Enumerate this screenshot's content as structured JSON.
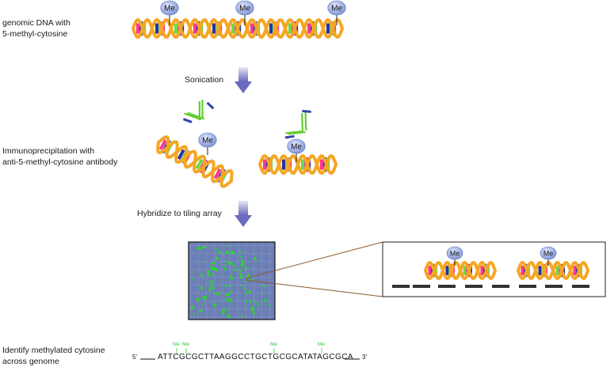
{
  "steps": {
    "s1_label_line1": "genomic DNA with",
    "s1_label_line2": "5-methyl-cytosine",
    "sonication": "Sonication",
    "s3_label_line1": "Immunoprecipitation with",
    "s3_label_line2": "anti-5-methyl-cytosine antibody",
    "hybridize": "Hybridize to tiling array",
    "s5_label_line1": "Identify methylated cytosine",
    "s5_label_line2": "across genome"
  },
  "methyl_tag": "Me",
  "sequence": {
    "five_prime": "5'",
    "three_prime": "3'",
    "bases": "ATTCGCGCTTAAGGCCTGCTGCGCATATAGCGCA",
    "me_marks": [
      "Me",
      "Me",
      "Me",
      "Me"
    ]
  },
  "colors": {
    "backbone": "#f5a623",
    "base_pink": "#ff3399",
    "base_blue": "#2233aa",
    "base_green": "#66dd44",
    "methyl_blue": "#8fa6e8",
    "arrow": "#8080c8",
    "array_bg": "#6a80b8",
    "spot_green": "#22dd22",
    "antibody_green": "#66cc33",
    "antibody_blue": "#3344aa",
    "zoom_line": "#8b5a2b"
  }
}
